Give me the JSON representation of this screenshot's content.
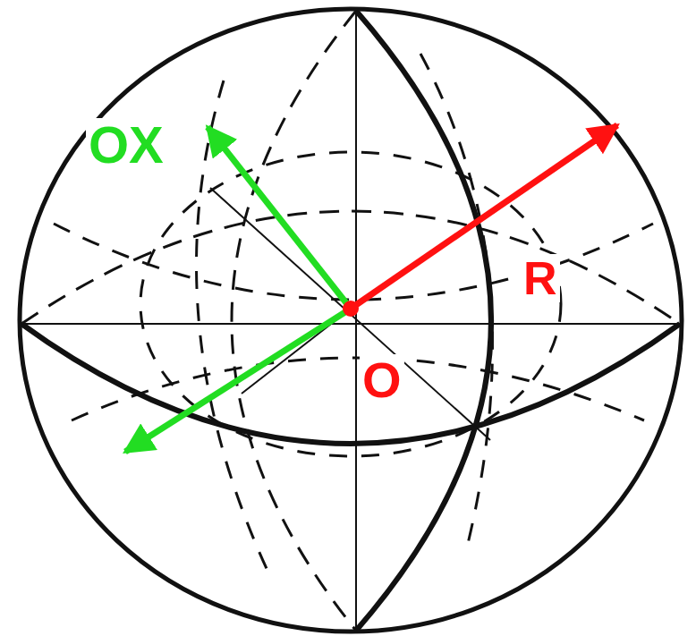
{
  "diagram": {
    "labels": [
      "OX",
      "R",
      "O"
    ]
  }
}
